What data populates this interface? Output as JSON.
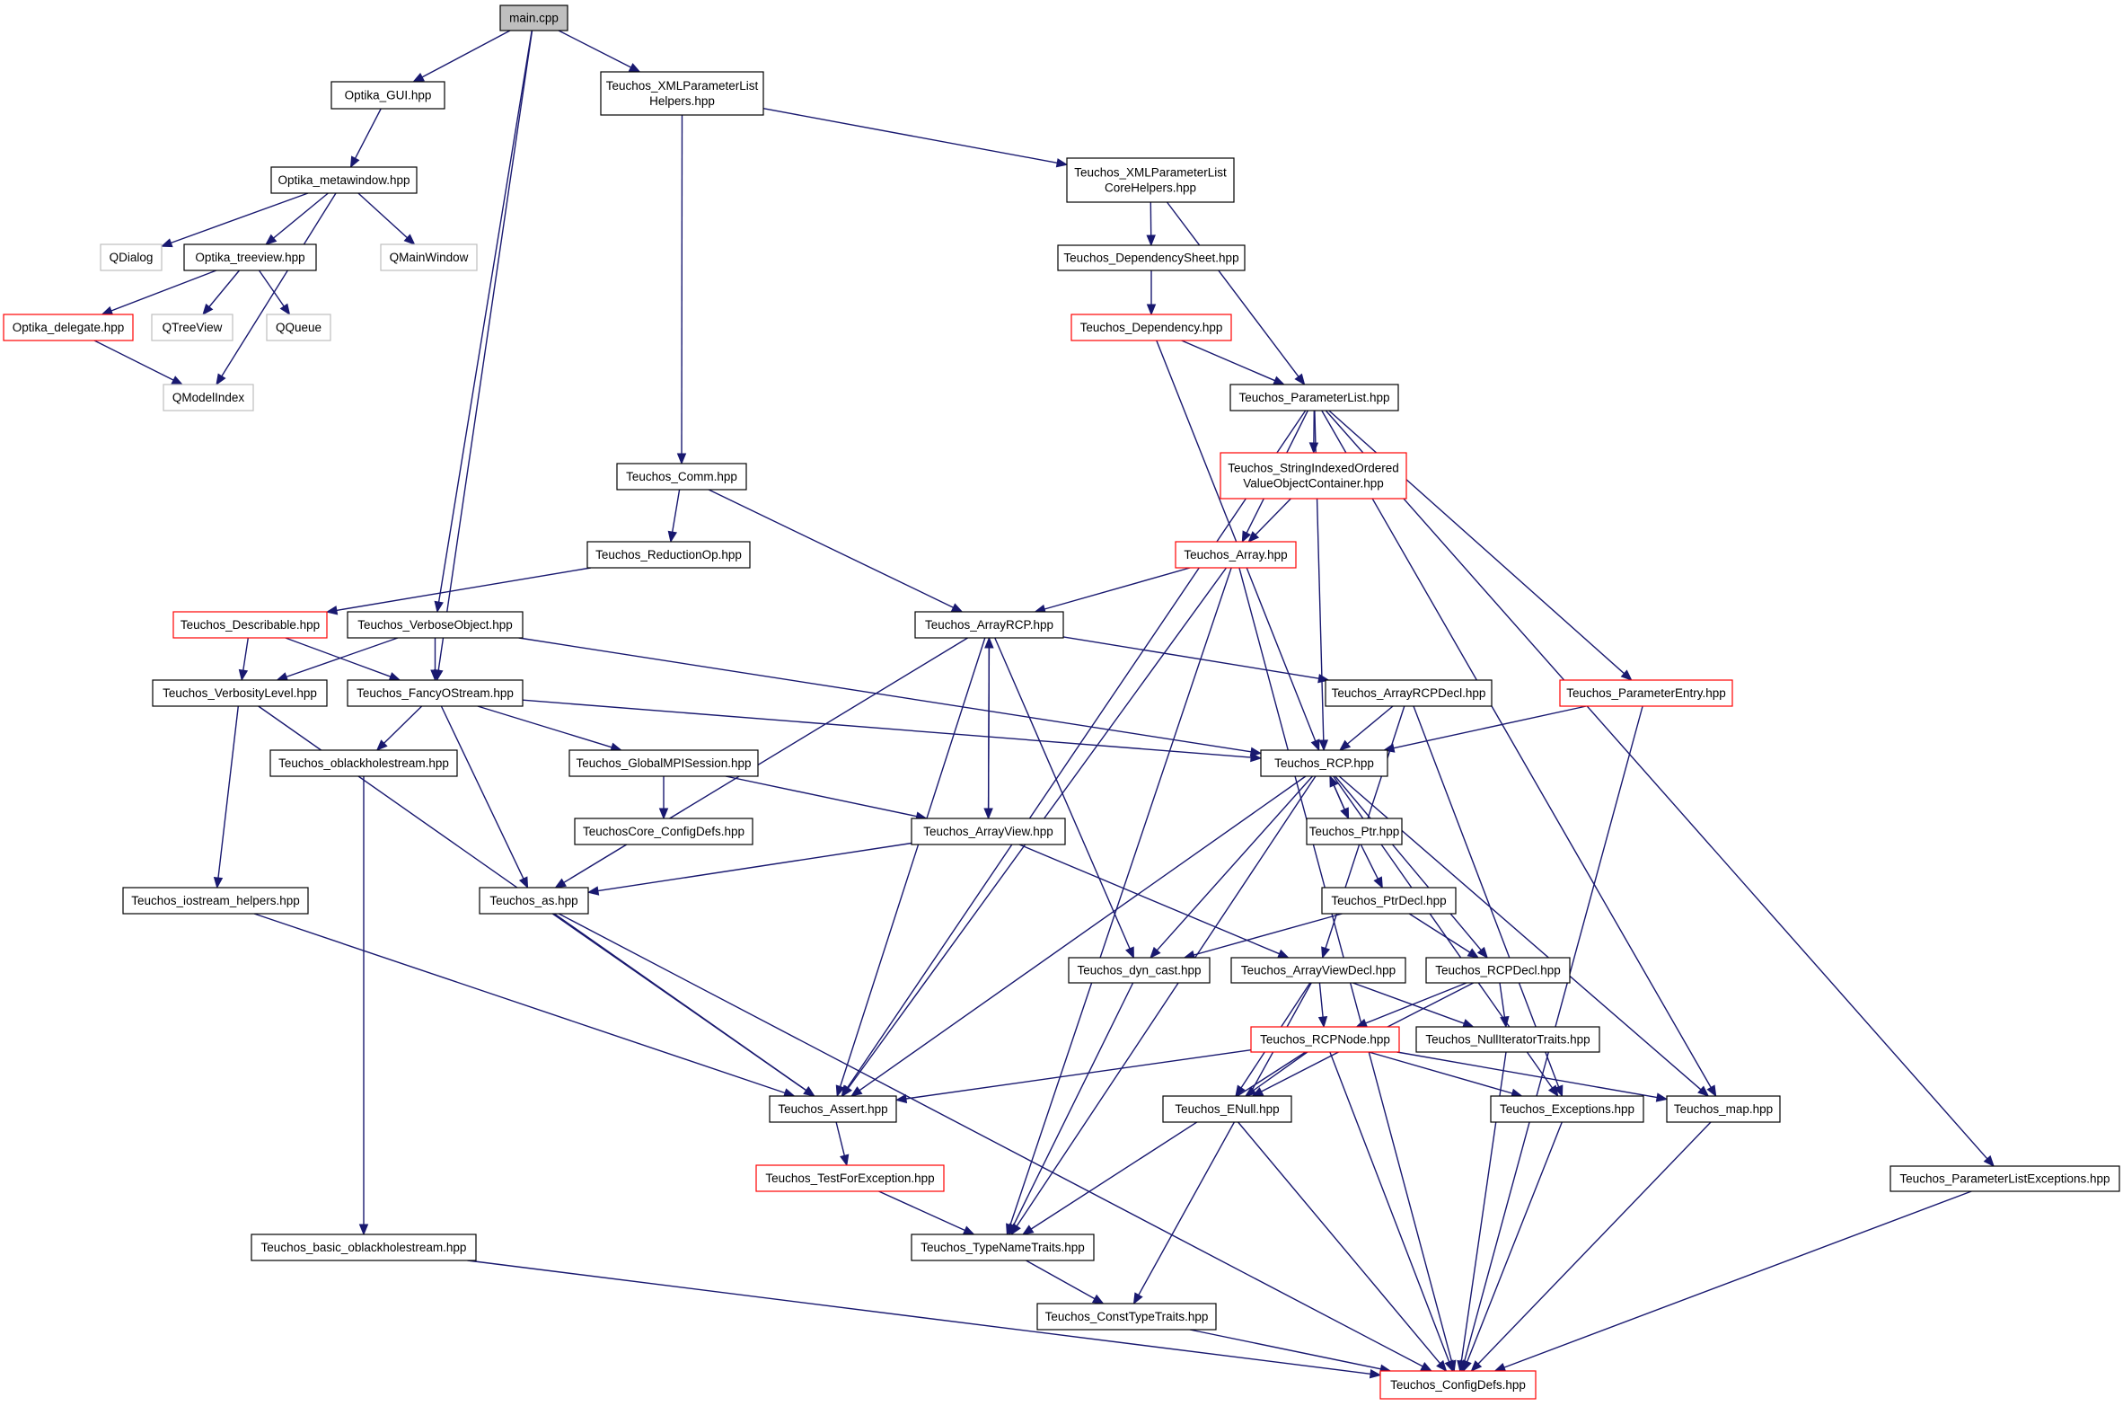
{
  "graph": {
    "colors": {
      "edge": "#191970",
      "documented_border": "#000000",
      "truncated_border": "#ff0000",
      "external_border": "#bfbfbf",
      "root_fill": "#bfbfbf",
      "root_border": "#000000",
      "external_text": "#4d4d4d"
    },
    "nodes": [
      {
        "id": "main",
        "label": [
          "main.cpp"
        ],
        "kind": "root"
      },
      {
        "id": "optika_gui",
        "label": [
          "Optika_GUI.hpp"
        ],
        "kind": "normal"
      },
      {
        "id": "xml_helpers",
        "label": [
          "Teuchos_XMLParameterList",
          "Helpers.hpp"
        ],
        "kind": "normal"
      },
      {
        "id": "metawindow",
        "label": [
          "Optika_metawindow.hpp"
        ],
        "kind": "normal"
      },
      {
        "id": "xml_core",
        "label": [
          "Teuchos_XMLParameterList",
          "CoreHelpers.hpp"
        ],
        "kind": "normal"
      },
      {
        "id": "qdialog",
        "label": [
          "QDialog"
        ],
        "kind": "external"
      },
      {
        "id": "treeview",
        "label": [
          "Optika_treeview.hpp"
        ],
        "kind": "normal"
      },
      {
        "id": "qmainwindow",
        "label": [
          "QMainWindow"
        ],
        "kind": "external"
      },
      {
        "id": "depsheet",
        "label": [
          "Teuchos_DependencySheet.hpp"
        ],
        "kind": "normal"
      },
      {
        "id": "delegate",
        "label": [
          "Optika_delegate.hpp"
        ],
        "kind": "truncated"
      },
      {
        "id": "qtreeview",
        "label": [
          "QTreeView"
        ],
        "kind": "external"
      },
      {
        "id": "qqueue",
        "label": [
          "QQueue"
        ],
        "kind": "external"
      },
      {
        "id": "dependency",
        "label": [
          "Teuchos_Dependency.hpp"
        ],
        "kind": "truncated"
      },
      {
        "id": "qmodelindex",
        "label": [
          "QModelIndex"
        ],
        "kind": "external"
      },
      {
        "id": "paramlist",
        "label": [
          "Teuchos_ParameterList.hpp"
        ],
        "kind": "normal"
      },
      {
        "id": "comm",
        "label": [
          "Teuchos_Comm.hpp"
        ],
        "kind": "normal"
      },
      {
        "id": "strindexed",
        "label": [
          "Teuchos_StringIndexedOrdered",
          "ValueObjectContainer.hpp"
        ],
        "kind": "truncated"
      },
      {
        "id": "reductionop",
        "label": [
          "Teuchos_ReductionOp.hpp"
        ],
        "kind": "normal"
      },
      {
        "id": "array",
        "label": [
          "Teuchos_Array.hpp"
        ],
        "kind": "truncated"
      },
      {
        "id": "describable",
        "label": [
          "Teuchos_Describable.hpp"
        ],
        "kind": "truncated"
      },
      {
        "id": "verboseobject",
        "label": [
          "Teuchos_VerboseObject.hpp"
        ],
        "kind": "normal"
      },
      {
        "id": "arrayrcp",
        "label": [
          "Teuchos_ArrayRCP.hpp"
        ],
        "kind": "normal"
      },
      {
        "id": "verbositylevel",
        "label": [
          "Teuchos_VerbosityLevel.hpp"
        ],
        "kind": "normal"
      },
      {
        "id": "fancyostream",
        "label": [
          "Teuchos_FancyOStream.hpp"
        ],
        "kind": "normal"
      },
      {
        "id": "arrayrcpdecl",
        "label": [
          "Teuchos_ArrayRCPDecl.hpp"
        ],
        "kind": "normal"
      },
      {
        "id": "paramentry",
        "label": [
          "Teuchos_ParameterEntry.hpp"
        ],
        "kind": "truncated"
      },
      {
        "id": "oblackhole",
        "label": [
          "Teuchos_oblackholestream.hpp"
        ],
        "kind": "normal"
      },
      {
        "id": "globalmpi",
        "label": [
          "Teuchos_GlobalMPISession.hpp"
        ],
        "kind": "normal"
      },
      {
        "id": "rcp",
        "label": [
          "Teuchos_RCP.hpp"
        ],
        "kind": "normal"
      },
      {
        "id": "coreconfig",
        "label": [
          "TeuchosCore_ConfigDefs.hpp"
        ],
        "kind": "normal"
      },
      {
        "id": "arrayview",
        "label": [
          "Teuchos_ArrayView.hpp"
        ],
        "kind": "normal"
      },
      {
        "id": "ptr",
        "label": [
          "Teuchos_Ptr.hpp"
        ],
        "kind": "normal"
      },
      {
        "id": "iostreamhelpers",
        "label": [
          "Teuchos_iostream_helpers.hpp"
        ],
        "kind": "normal"
      },
      {
        "id": "as",
        "label": [
          "Teuchos_as.hpp"
        ],
        "kind": "normal"
      },
      {
        "id": "ptrdecl",
        "label": [
          "Teuchos_PtrDecl.hpp"
        ],
        "kind": "normal"
      },
      {
        "id": "dyncast",
        "label": [
          "Teuchos_dyn_cast.hpp"
        ],
        "kind": "normal"
      },
      {
        "id": "arrayviewdecl",
        "label": [
          "Teuchos_ArrayViewDecl.hpp"
        ],
        "kind": "normal"
      },
      {
        "id": "rcpdecl",
        "label": [
          "Teuchos_RCPDecl.hpp"
        ],
        "kind": "normal"
      },
      {
        "id": "rcpnode",
        "label": [
          "Teuchos_RCPNode.hpp"
        ],
        "kind": "truncated"
      },
      {
        "id": "nulliter",
        "label": [
          "Teuchos_NullIteratorTraits.hpp"
        ],
        "kind": "normal"
      },
      {
        "id": "assert",
        "label": [
          "Teuchos_Assert.hpp"
        ],
        "kind": "normal"
      },
      {
        "id": "enull",
        "label": [
          "Teuchos_ENull.hpp"
        ],
        "kind": "normal"
      },
      {
        "id": "exceptions",
        "label": [
          "Teuchos_Exceptions.hpp"
        ],
        "kind": "normal"
      },
      {
        "id": "map",
        "label": [
          "Teuchos_map.hpp"
        ],
        "kind": "normal"
      },
      {
        "id": "testforexception",
        "label": [
          "Teuchos_TestForException.hpp"
        ],
        "kind": "truncated"
      },
      {
        "id": "paramlistexc",
        "label": [
          "Teuchos_ParameterListExceptions.hpp"
        ],
        "kind": "normal"
      },
      {
        "id": "basicoblackhole",
        "label": [
          "Teuchos_basic_oblackholestream.hpp"
        ],
        "kind": "normal"
      },
      {
        "id": "typenametraits",
        "label": [
          "Teuchos_TypeNameTraits.hpp"
        ],
        "kind": "normal"
      },
      {
        "id": "consttypetraits",
        "label": [
          "Teuchos_ConstTypeTraits.hpp"
        ],
        "kind": "normal"
      },
      {
        "id": "configdefs",
        "label": [
          "Teuchos_ConfigDefs.hpp"
        ],
        "kind": "truncated"
      }
    ],
    "edges": [
      [
        "main",
        "optika_gui"
      ],
      [
        "main",
        "xml_helpers"
      ],
      [
        "main",
        "verboseobject"
      ],
      [
        "main",
        "fancyostream"
      ],
      [
        "optika_gui",
        "metawindow"
      ],
      [
        "xml_helpers",
        "xml_core"
      ],
      [
        "xml_helpers",
        "comm"
      ],
      [
        "metawindow",
        "qdialog"
      ],
      [
        "metawindow",
        "treeview"
      ],
      [
        "metawindow",
        "qmainwindow"
      ],
      [
        "metawindow",
        "qmodelindex"
      ],
      [
        "xml_core",
        "depsheet"
      ],
      [
        "xml_core",
        "paramlist"
      ],
      [
        "treeview",
        "delegate"
      ],
      [
        "treeview",
        "qtreeview"
      ],
      [
        "treeview",
        "qqueue"
      ],
      [
        "depsheet",
        "dependency"
      ],
      [
        "delegate",
        "qmodelindex"
      ],
      [
        "dependency",
        "paramlist"
      ],
      [
        "dependency",
        "rcp"
      ],
      [
        "paramlist",
        "strindexed"
      ],
      [
        "paramlist",
        "array"
      ],
      [
        "paramlist",
        "assert"
      ],
      [
        "paramlist",
        "rcp"
      ],
      [
        "paramlist",
        "paramentry"
      ],
      [
        "paramlist",
        "map"
      ],
      [
        "paramlist",
        "paramlistexc"
      ],
      [
        "comm",
        "reductionop"
      ],
      [
        "comm",
        "arrayrcp"
      ],
      [
        "strindexed",
        "array"
      ],
      [
        "reductionop",
        "describable"
      ],
      [
        "array",
        "arrayrcp"
      ],
      [
        "array",
        "assert"
      ],
      [
        "array",
        "typenametraits"
      ],
      [
        "array",
        "configdefs"
      ],
      [
        "describable",
        "verbositylevel"
      ],
      [
        "describable",
        "fancyostream"
      ],
      [
        "verboseobject",
        "verbositylevel"
      ],
      [
        "verboseobject",
        "fancyostream"
      ],
      [
        "verboseobject",
        "rcp"
      ],
      [
        "arrayrcp",
        "arrayrcpdecl"
      ],
      [
        "arrayrcp",
        "arrayview"
      ],
      [
        "arrayrcp",
        "as"
      ],
      [
        "arrayrcp",
        "assert"
      ],
      [
        "arrayrcp",
        "dyncast"
      ],
      [
        "verbositylevel",
        "iostreamhelpers"
      ],
      [
        "verbositylevel",
        "assert"
      ],
      [
        "fancyostream",
        "oblackhole"
      ],
      [
        "fancyostream",
        "globalmpi"
      ],
      [
        "fancyostream",
        "rcp"
      ],
      [
        "fancyostream",
        "as"
      ],
      [
        "arrayrcpdecl",
        "rcp"
      ],
      [
        "arrayrcpdecl",
        "arrayviewdecl"
      ],
      [
        "arrayrcpdecl",
        "exceptions"
      ],
      [
        "paramentry",
        "rcp"
      ],
      [
        "paramentry",
        "configdefs"
      ],
      [
        "oblackhole",
        "basicoblackhole"
      ],
      [
        "globalmpi",
        "coreconfig"
      ],
      [
        "globalmpi",
        "arrayview"
      ],
      [
        "rcp",
        "ptr"
      ],
      [
        "rcp",
        "rcpdecl"
      ],
      [
        "rcp",
        "assert"
      ],
      [
        "rcp",
        "dyncast"
      ],
      [
        "rcp",
        "typenametraits"
      ],
      [
        "rcp",
        "exceptions"
      ],
      [
        "rcp",
        "map"
      ],
      [
        "arrayview",
        "arrayrcp"
      ],
      [
        "arrayview",
        "as"
      ],
      [
        "arrayview",
        "arrayviewdecl"
      ],
      [
        "ptr",
        "rcp"
      ],
      [
        "ptr",
        "ptrdecl"
      ],
      [
        "iostreamhelpers",
        "assert"
      ],
      [
        "as",
        "assert"
      ],
      [
        "as",
        "configdefs"
      ],
      [
        "ptrdecl",
        "dyncast"
      ],
      [
        "ptrdecl",
        "rcpdecl"
      ],
      [
        "dyncast",
        "typenametraits"
      ],
      [
        "arrayviewdecl",
        "rcpnode"
      ],
      [
        "arrayviewdecl",
        "enull"
      ],
      [
        "arrayviewdecl",
        "nulliter"
      ],
      [
        "arrayviewdecl",
        "consttypetraits"
      ],
      [
        "rcpdecl",
        "rcpnode"
      ],
      [
        "rcpdecl",
        "nulliter"
      ],
      [
        "rcpdecl",
        "enull"
      ],
      [
        "rcpnode",
        "assert"
      ],
      [
        "rcpnode",
        "enull"
      ],
      [
        "rcpnode",
        "exceptions"
      ],
      [
        "rcpnode",
        "map"
      ],
      [
        "rcpnode",
        "typenametraits"
      ],
      [
        "rcpnode",
        "configdefs"
      ],
      [
        "nulliter",
        "configdefs"
      ],
      [
        "assert",
        "testforexception"
      ],
      [
        "enull",
        "configdefs"
      ],
      [
        "exceptions",
        "configdefs"
      ],
      [
        "map",
        "configdefs"
      ],
      [
        "testforexception",
        "typenametraits"
      ],
      [
        "paramlistexc",
        "configdefs"
      ],
      [
        "basicoblackhole",
        "configdefs"
      ],
      [
        "typenametraits",
        "consttypetraits"
      ],
      [
        "consttypetraits",
        "configdefs"
      ]
    ]
  }
}
